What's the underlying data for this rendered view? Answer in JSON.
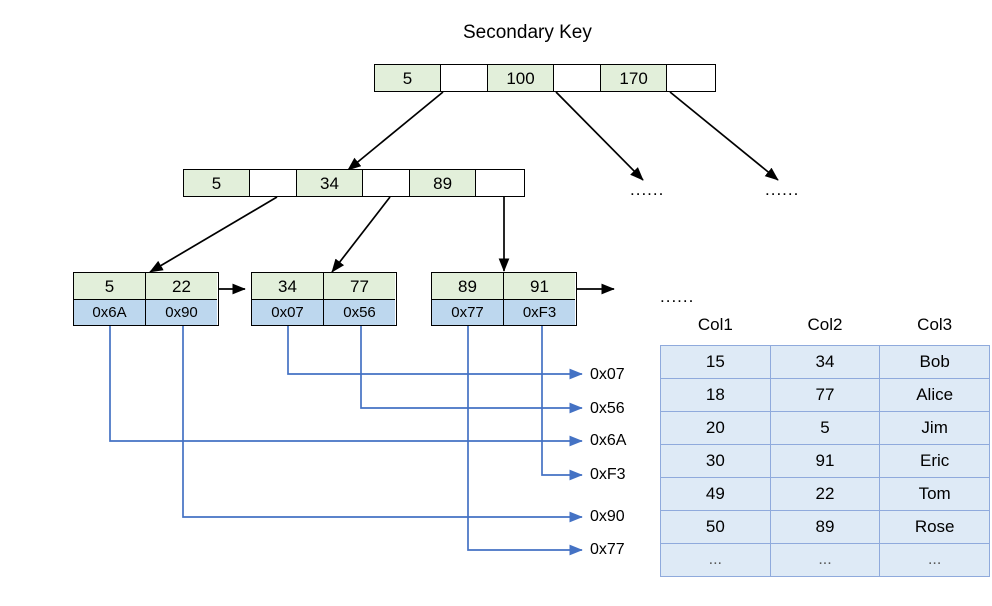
{
  "diagram": {
    "title": "Secondary Key",
    "type": "b-plus-tree-secondary-index",
    "root": {
      "name": "root-node",
      "keys": [
        "5",
        "100",
        "170"
      ],
      "cells": [
        "5",
        "",
        "100",
        "",
        "170",
        ""
      ]
    },
    "internal": {
      "name": "internal-node",
      "keys": [
        "5",
        "34",
        "89"
      ],
      "cells": [
        "5",
        "",
        "34",
        "",
        "89",
        ""
      ]
    },
    "leaves": [
      {
        "name": "leaf-node-1",
        "keys": [
          "5",
          "22"
        ],
        "pointers": [
          "0x6A",
          "0x90"
        ]
      },
      {
        "name": "leaf-node-2",
        "keys": [
          "34",
          "77"
        ],
        "pointers": [
          "0x07",
          "0x56"
        ]
      },
      {
        "name": "leaf-node-3",
        "keys": [
          "89",
          "91"
        ],
        "pointers": [
          "0x77",
          "0xF3"
        ]
      }
    ],
    "ellipses": [
      "......",
      "......",
      "......"
    ],
    "pointer_labels": [
      "0x07",
      "0x56",
      "0x6A",
      "0xF3",
      "0x90",
      "0x77"
    ]
  },
  "table": {
    "name": "heap-table",
    "headers": [
      "Col1",
      "Col2",
      "Col3"
    ],
    "rows": [
      [
        "15",
        "34",
        "Bob"
      ],
      [
        "18",
        "77",
        "Alice"
      ],
      [
        "20",
        "5",
        "Jim"
      ],
      [
        "30",
        "91",
        "Eric"
      ],
      [
        "49",
        "22",
        "Tom"
      ],
      [
        "50",
        "89",
        "Rose"
      ],
      [
        "...",
        "...",
        "..."
      ]
    ]
  },
  "colors": {
    "key_cell": "#e2efda",
    "pointer_cell": "#bdd7ee",
    "table_fill": "#deeaf6",
    "table_border": "#8faadc",
    "wire": "#4472c4",
    "tree_edge": "#000000"
  }
}
